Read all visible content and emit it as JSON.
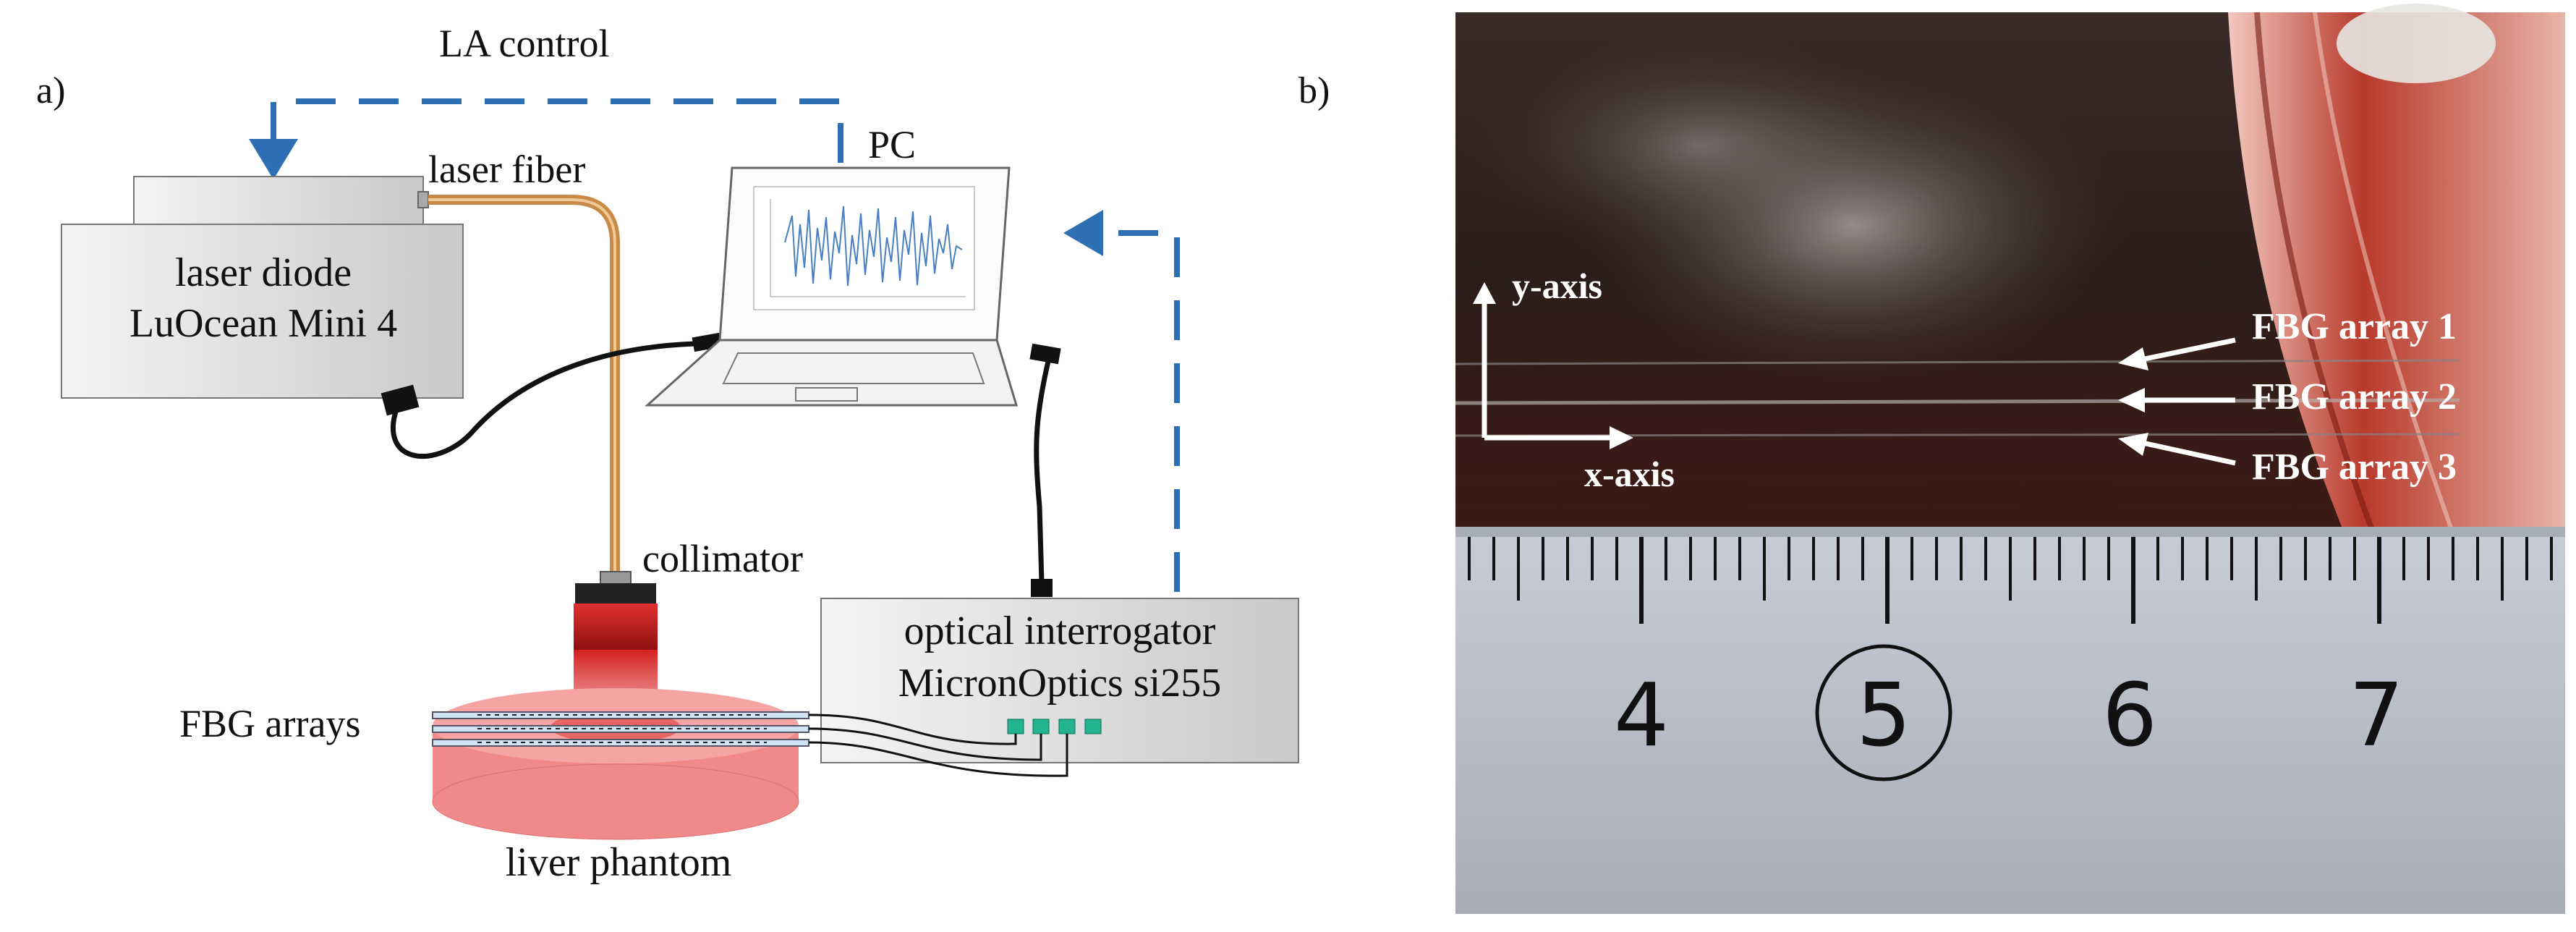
{
  "panel_a": {
    "label": "a)",
    "la_control": "LA control",
    "pc": "PC",
    "laser_fiber": "laser fiber",
    "laser_line1": "laser diode",
    "laser_line2": "LuOcean Mini 4",
    "collimator": "collimator",
    "interrogator_line1": "optical interrogator",
    "interrogator_line2": "MicronOptics si255",
    "fbg_arrays": "FBG arrays",
    "liver_phantom": "liver phantom"
  },
  "panel_b": {
    "label": "b)",
    "y_axis": "y-axis",
    "x_axis": "x-axis",
    "fbg1": "FBG array 1",
    "fbg2": "FBG array 2",
    "fbg3": "FBG array 3",
    "ruler_numbers": [
      "4",
      "5",
      "6",
      "7"
    ]
  },
  "colors": {
    "control_blue": "#2e6fb3",
    "fiber_orange": "#c98a48",
    "phantom_red": "#f08a8a",
    "beam_red": "#d92b2b",
    "port_green": "#21b48f"
  }
}
